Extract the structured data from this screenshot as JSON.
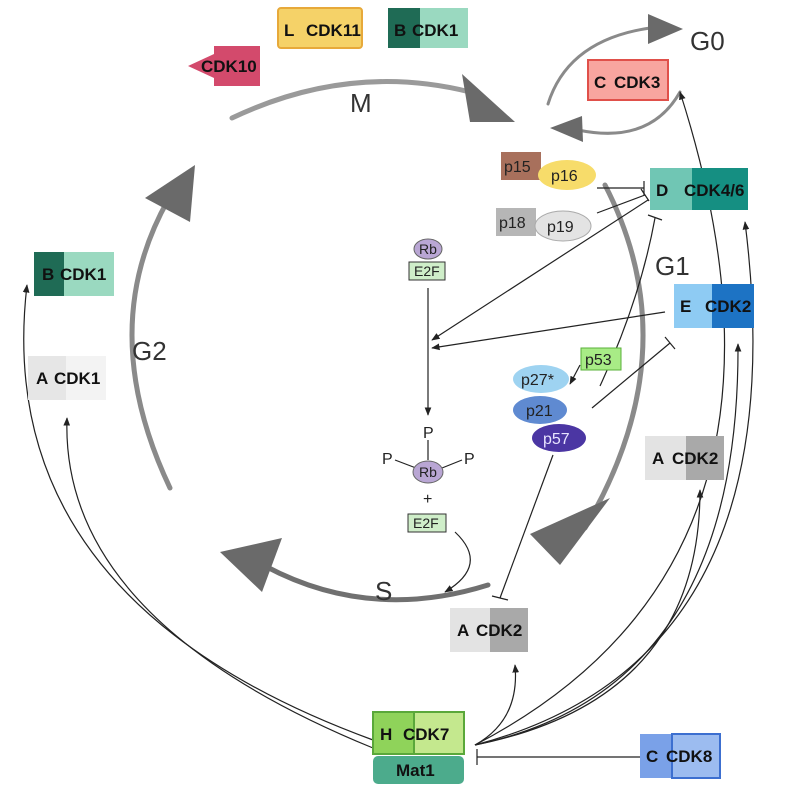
{
  "phases": {
    "m": "M",
    "g1": "G1",
    "s": "S",
    "g2": "G2",
    "g0": "G0"
  },
  "complexes": {
    "cdk11": {
      "cyclin": "L",
      "kinase": "CDK11"
    },
    "cdk1_top": {
      "cyclin": "B",
      "kinase": "CDK1"
    },
    "cdk10": {
      "kinase": "CDK10"
    },
    "cdk3": {
      "cyclin": "C",
      "kinase": "CDK3"
    },
    "cdk46": {
      "cyclin": "D",
      "kinase": "CDK4/6"
    },
    "cdk2_e": {
      "cyclin": "E",
      "kinase": "CDK2"
    },
    "cdk2_a_right": {
      "cyclin": "A",
      "kinase": "CDK2"
    },
    "cdk2_a_bottom": {
      "cyclin": "A",
      "kinase": "CDK2"
    },
    "cdk1_b_left": {
      "cyclin": "B",
      "kinase": "CDK1"
    },
    "cdk1_a_left": {
      "cyclin": "A",
      "kinase": "CDK1"
    },
    "cdk7": {
      "cyclin": "H",
      "kinase": "CDK7",
      "partner": "Mat1"
    },
    "cdk8": {
      "cyclin": "C",
      "kinase": "CDK8"
    }
  },
  "inhibitors": {
    "p15": "p15",
    "p16": "p16",
    "p18": "p18",
    "p19": "p19",
    "p27": "p27*",
    "p21": "p21",
    "p57": "p57",
    "p53": "p53"
  },
  "rb": {
    "rb_top": "Rb",
    "e2f_top": "E2F",
    "rb_phos": "Rb",
    "p_top": "P",
    "p_left": "P",
    "p_right": "P",
    "plus": "+",
    "e2f_free": "E2F"
  },
  "colors": {
    "cycle": "#6e6e6e",
    "cdk11": "#f3cf5c",
    "cdk1": "#1f6b55",
    "cdk10": "#cf4a68",
    "cdk3": "#f08a84",
    "cdk46": "#1c9a8b",
    "cdk2_e": "#1e7fd1",
    "cdk2_a": "#a9a9a9",
    "cdk7": "#7fc84e",
    "mat1": "#4cab8c",
    "cdk8": "#5b86d6"
  }
}
